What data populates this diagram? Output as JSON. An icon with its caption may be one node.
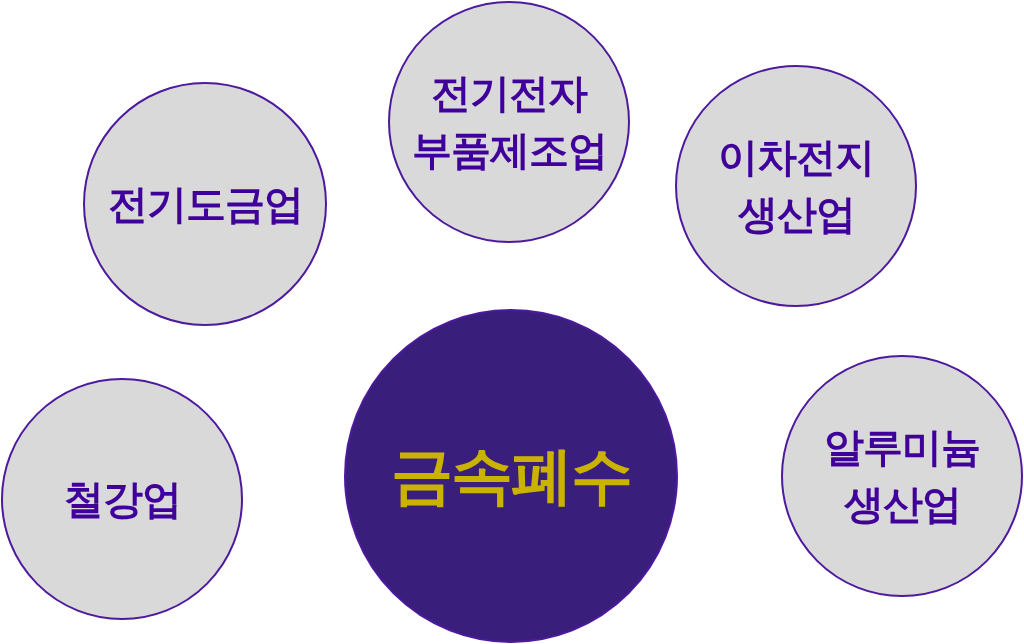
{
  "diagram": {
    "nodes": [
      {
        "text": [
          "전기도금업"
        ]
      },
      {
        "text": [
          "전기전자 부품제조업"
        ]
      },
      {
        "text": [
          "이차전지 생산업"
        ]
      },
      {
        "text": [
          "철강업"
        ]
      },
      {
        "text": [
          "금속폐수"
        ]
      },
      {
        "text": [
          "알루미늄 생산업"
        ]
      }
    ]
  }
}
